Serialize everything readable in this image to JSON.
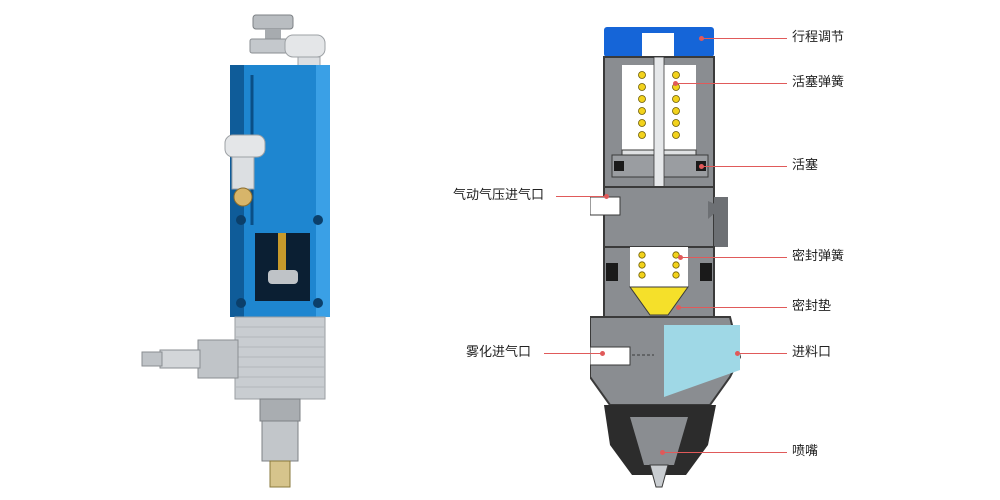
{
  "colors": {
    "valve_body": "#1e86d0",
    "valve_body_dark": "#0f5c99",
    "metal": "#c9cdd1",
    "section_gray": "#8a8d91",
    "section_dark": "#3a3a3a",
    "cap_blue": "#1565d8",
    "spring_yellow": "#f2d21c",
    "seal_yellow": "#f5e02a",
    "liquid_blue": "#9fd8e6",
    "leader_line": "#e05a5a"
  },
  "labels": {
    "stroke_adjust": "行程调节",
    "piston_spring": "活塞弹簧",
    "piston": "活塞",
    "pneumatic_inlet": "气动气压进气口",
    "seal_spring": "密封弹簧",
    "seal_gasket": "密封垫",
    "atomizing_inlet": "雾化进气口",
    "material_inlet": "进料口",
    "nozzle": "喷嘴"
  }
}
